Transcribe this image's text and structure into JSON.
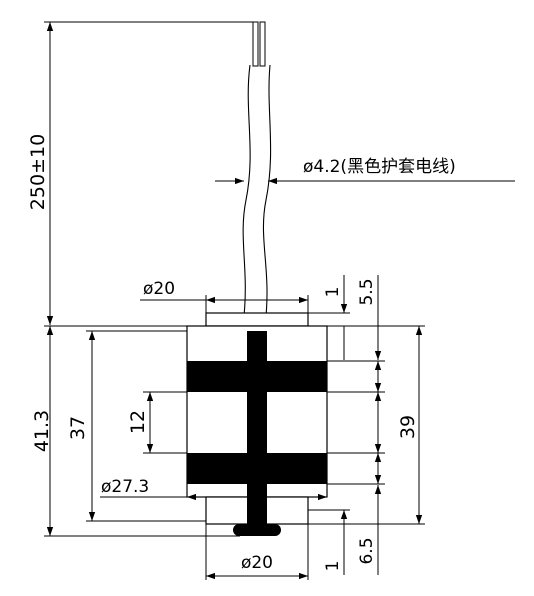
{
  "drawing": {
    "cable_length": "250±10",
    "cable_spec": "ø4.2(黑色护套电线)",
    "top_cap_diameter": "ø20",
    "top_cap_height": "1",
    "top_stroke": "5.5",
    "total_height": "41.3",
    "body_height": "37",
    "band_spacing": "12",
    "float_travel_height": "39",
    "body_diameter": "ø27.3",
    "bottom_cap_diameter": "ø20",
    "bottom_cap_height": "1",
    "bottom_stroke": "6.5",
    "colors": {
      "line": "#000000",
      "background": "#ffffff"
    }
  }
}
